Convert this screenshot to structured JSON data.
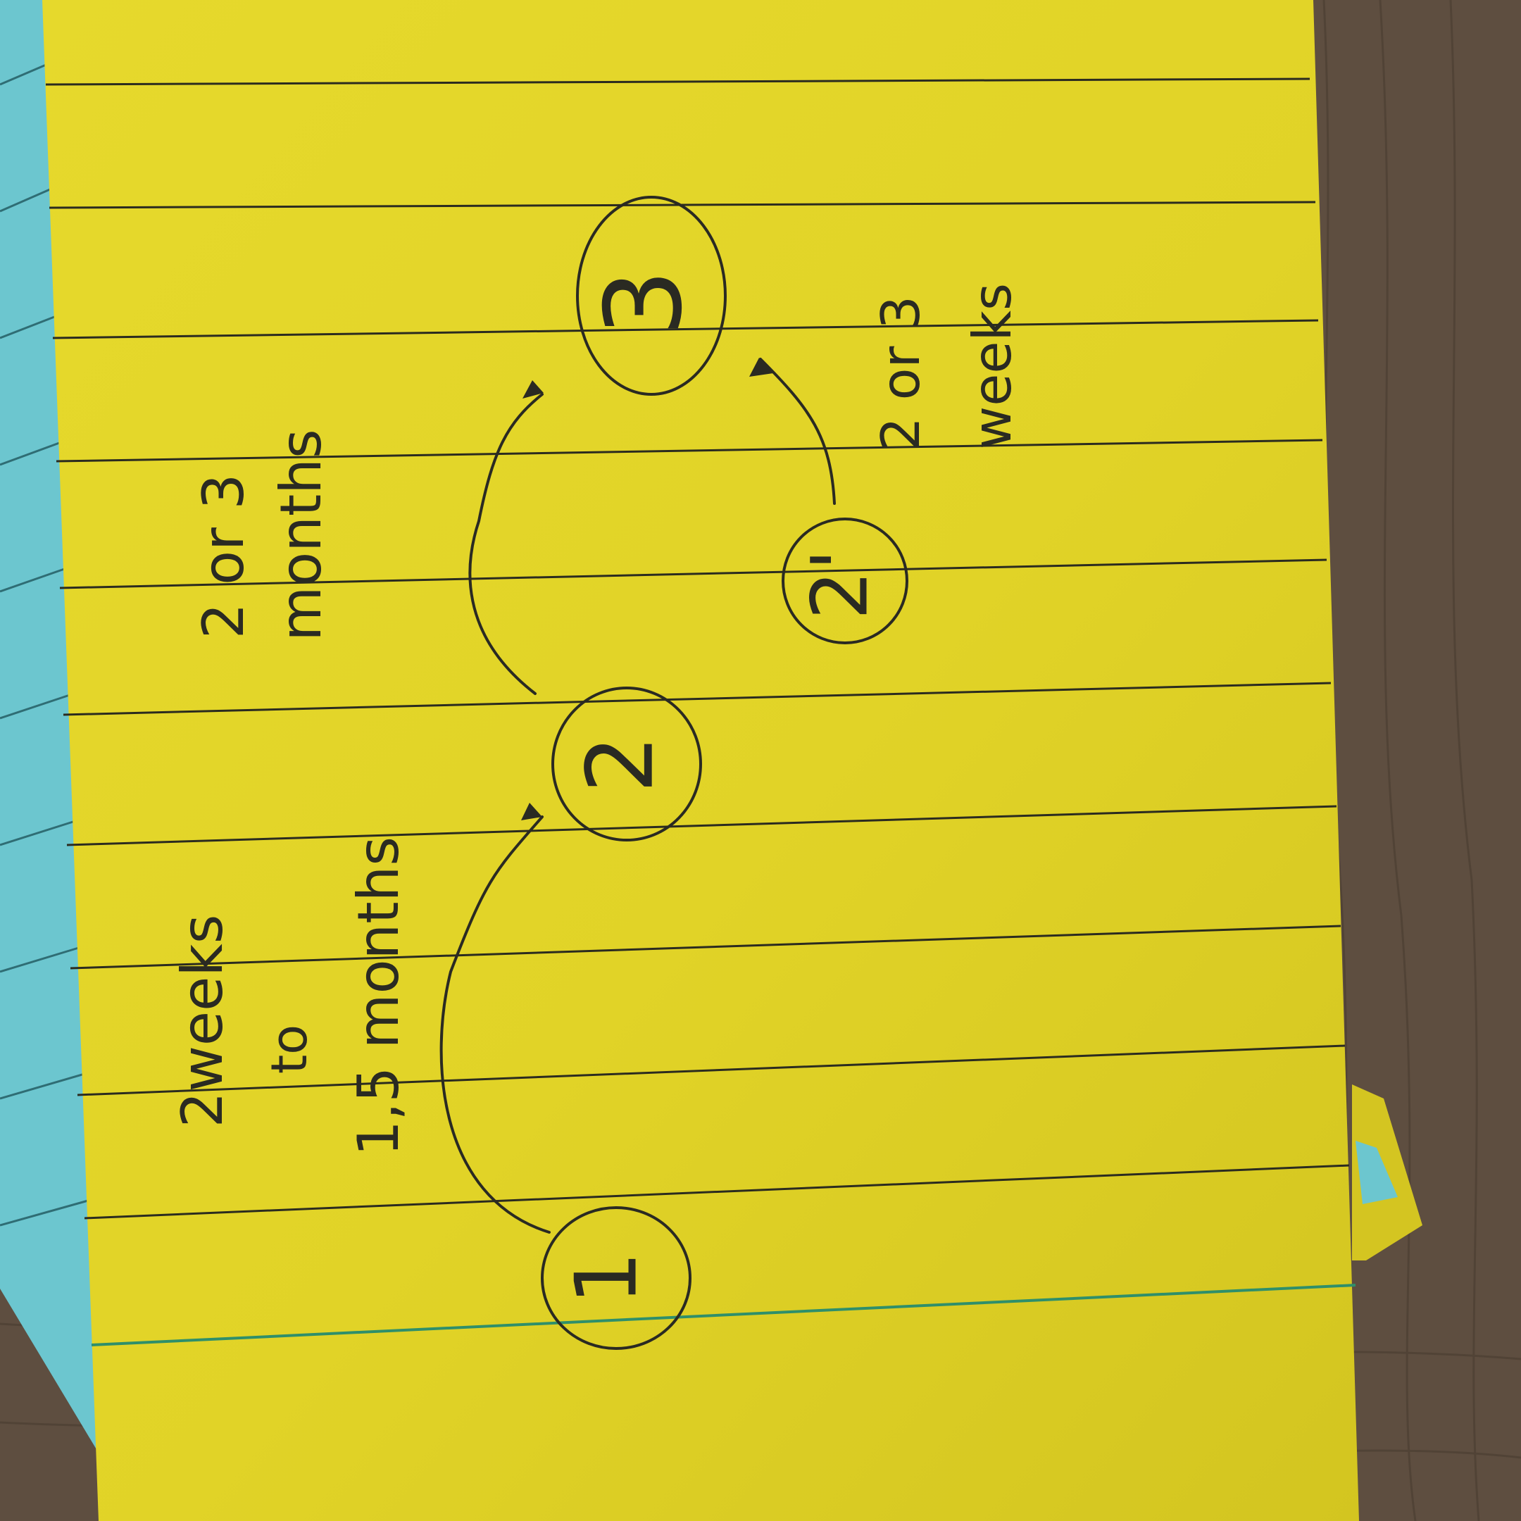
{
  "scene": {
    "description_free": true,
    "colors": {
      "table": "#5e4e40",
      "table_grain": "#4a3c30",
      "blue_card": "#6cc6cf",
      "blue_line": "#2f6d74",
      "yellow_card": "#e3d52a",
      "yellow_shade": "#cbbd1f",
      "ruled_line": "#2b2b1f",
      "margin_line": "#2f8f6a",
      "ink": "#2a2a22"
    }
  },
  "note": {
    "nodes": [
      {
        "id": "node-1",
        "label": "1"
      },
      {
        "id": "node-2",
        "label": "2"
      },
      {
        "id": "node-3",
        "label": "3"
      },
      {
        "id": "node-2-prime",
        "label": "2'"
      }
    ],
    "labels": {
      "a_line1": "2weeks",
      "a_line2": "to",
      "a_line3": "1,5 months",
      "b_line1": "2 or 3",
      "b_line2": "months",
      "c_line1": "2 or 3",
      "c_line2": "weeks"
    }
  }
}
